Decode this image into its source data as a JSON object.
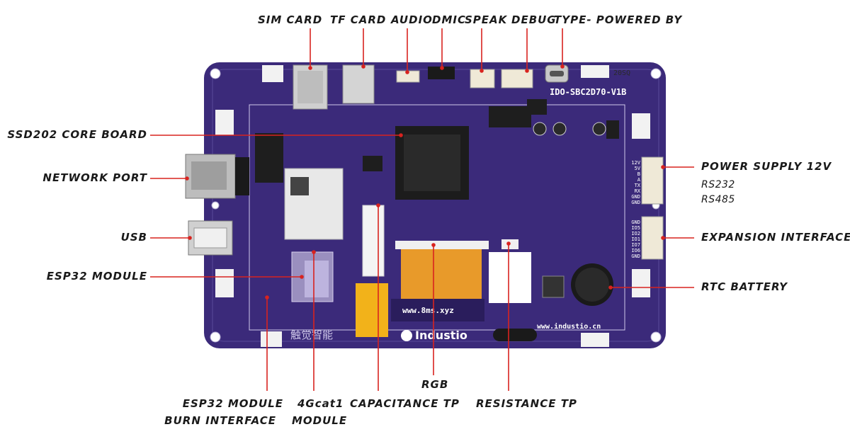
{
  "labels": {
    "sim_card": "SIM CARD",
    "tf_card": "TF CARD",
    "audio": "AUDIO",
    "dmic": "DMIC",
    "speak": "SPEAK",
    "debug": "DEBUG",
    "type_powered": "TYPE- POWERED BY",
    "ssd202": "SSD202 CORE BOARD",
    "network_port": "NETWORK PORT",
    "usb": "USB",
    "esp32_module": "ESP32 MODULE",
    "power_supply": "POWER SUPPLY 12V",
    "rs232": "RS232",
    "rs485": "RS485",
    "expansion": "EXPANSION INTERFACE",
    "rtc_battery": "RTC BATTERY",
    "esp32_burn_line1": "ESP32 MODULE",
    "esp32_burn_line2": "BURN INTERFACE",
    "cat1_line1": "4Gcat1",
    "cat1_line2": "MODULE",
    "capacitance": "CAPACITANCE TP",
    "rgb": "RGB",
    "resistance": "RESISTANCE TP"
  },
  "board": {
    "model": "IDO-SBC2D70-V1B",
    "code": "20SQ",
    "url": "www.industio.cn",
    "fpc_text": "www.8ms.xyz",
    "brand": "Industio",
    "chinese": "触觉智能",
    "pin_labels_power": [
      "12V",
      "5V",
      "B",
      "A",
      "TX",
      "RX",
      "GND",
      "GND"
    ],
    "pin_labels_exp": [
      "GND",
      "IO5",
      "IO2",
      "IO1",
      "IO7",
      "IO6",
      "GND"
    ]
  },
  "colors": {
    "pcb": "#3b2a7a",
    "pcb_dark": "#2a1d5c",
    "leader": "#d8231f",
    "fpc": "#e89a2a"
  }
}
